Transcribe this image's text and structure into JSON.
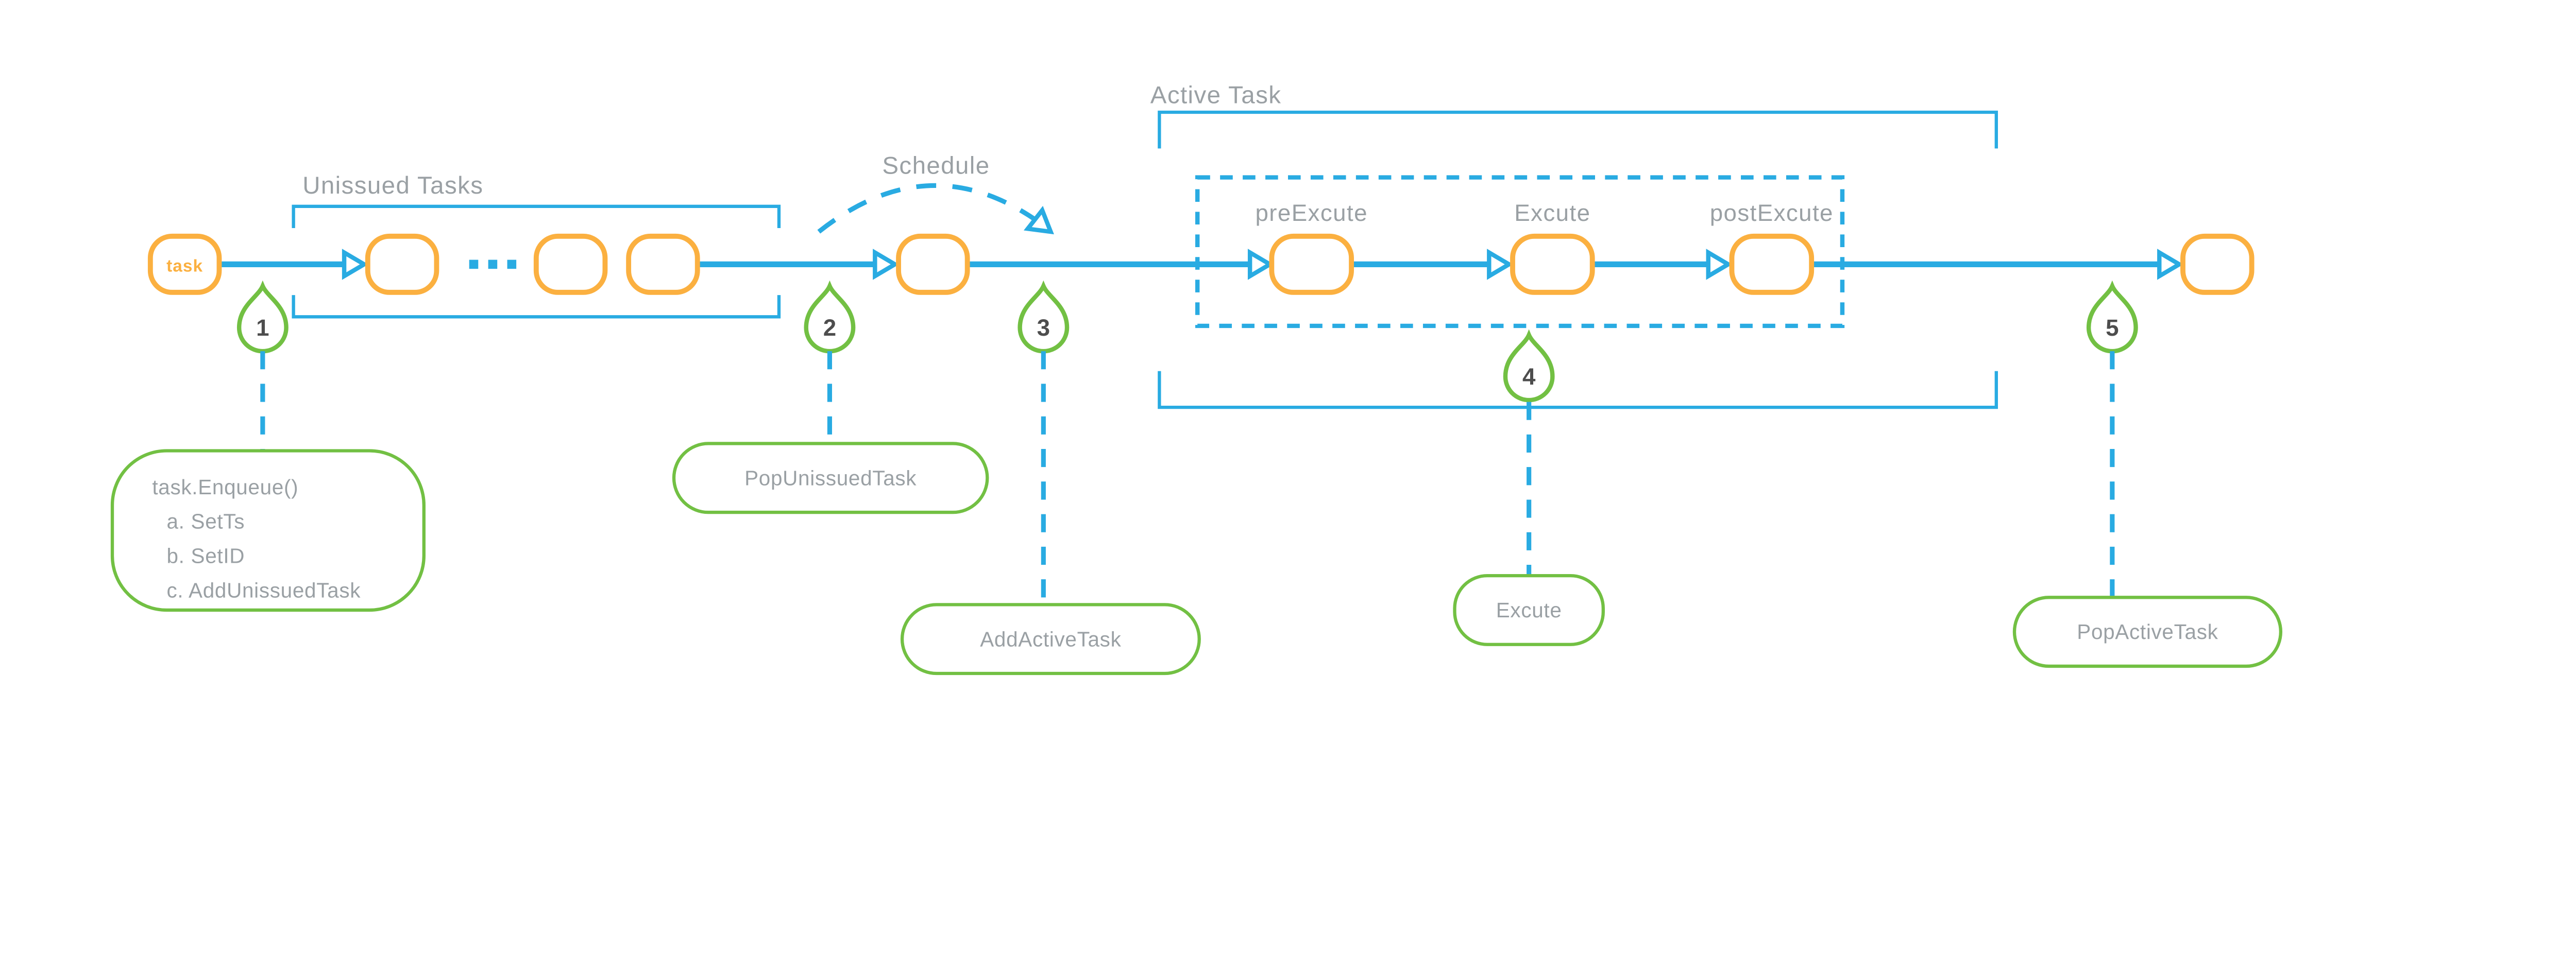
{
  "colors": {
    "line_blue": "#29ABE2",
    "node_orange": "#FBB040",
    "marker_green": "#72C043",
    "label_gray": "#9AA0A4",
    "digit_gray": "#4D4D4D"
  },
  "labels": {
    "unissued_tasks": "Unissued Tasks",
    "schedule": "Schedule",
    "active_task": "Active Task"
  },
  "task_node": {
    "label": "task"
  },
  "queue": {
    "ellipsis_dot_count": 3
  },
  "stages": {
    "pre": "preExcute",
    "exec": "Excute",
    "post": "postExcute"
  },
  "markers": {
    "m1": {
      "number": "1",
      "callout": [
        "task.Enqueue()",
        "a. SetTs",
        "b. SetID",
        "c. AddUnissuedTask"
      ]
    },
    "m2": {
      "number": "2",
      "callout": "PopUnissuedTask"
    },
    "m3": {
      "number": "3",
      "callout": "AddActiveTask"
    },
    "m4": {
      "number": "4",
      "callout": "Excute"
    },
    "m5": {
      "number": "5",
      "callout": "PopActiveTask"
    }
  }
}
